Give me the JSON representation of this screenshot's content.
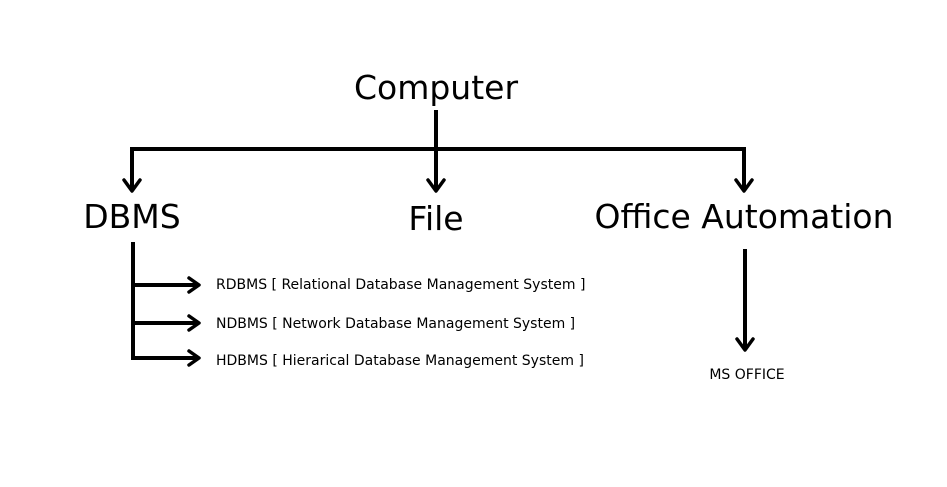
{
  "nodes": {
    "root": "Computer",
    "dbms": "DBMS",
    "file": "File",
    "office": "Office Automation",
    "rdbms": "RDBMS [ Relational Database Management System ]",
    "ndbms": "NDBMS [ Network Database Management System ]",
    "hdbms": "HDBMS [ Hierarical Database Management System ]",
    "ms_office": "MS OFFICE"
  },
  "colors": {
    "background": "#ffffff",
    "ink": "#000000"
  }
}
